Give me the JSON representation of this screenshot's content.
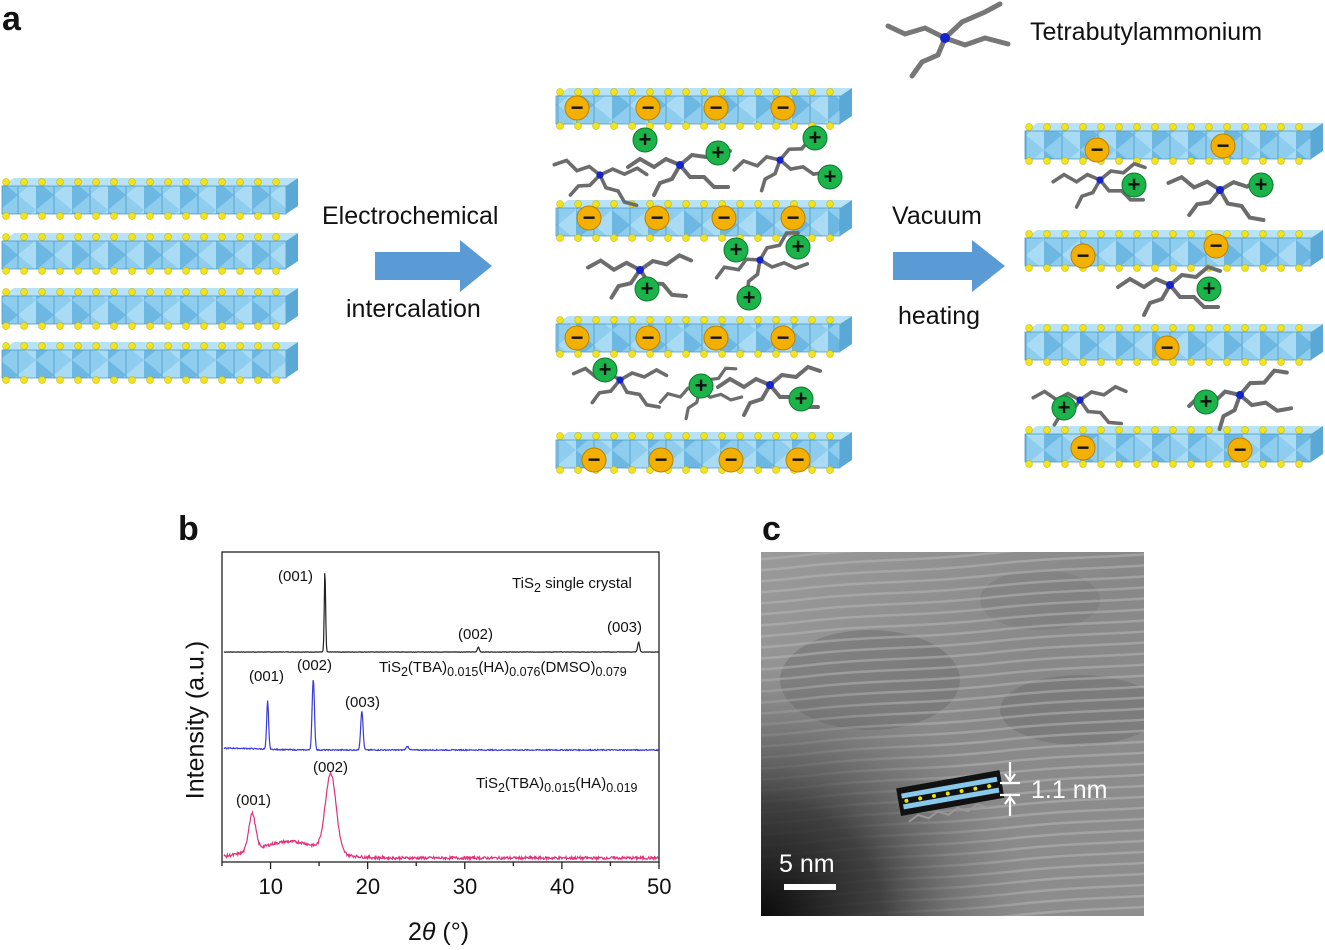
{
  "panels": {
    "a": "a",
    "b": "b",
    "c": "c"
  },
  "panel_a": {
    "molecule_label": "Tetrabutylammonium",
    "arrow1_top": "Electrochemical",
    "arrow1_bottom": "intercalation",
    "arrow2_top": "Vacuum",
    "arrow2_bottom": "heating",
    "minus_sign": "−",
    "plus_sign": "+",
    "colors": {
      "octahedra": "#7ec4ea",
      "sulfur": "#f2e41c",
      "anion": "#f4b000",
      "cation": "#1bb34a",
      "arrow": "#5b9bd5"
    }
  },
  "panel_b": {
    "ylabel": "Intensity (a.u.)",
    "xlabel_theta": "θ",
    "xlabel_pre": "2",
    "xlabel_post": " (°)",
    "x_ticks": [
      "10",
      "20",
      "30",
      "40",
      "50"
    ],
    "traces": [
      {
        "label_html": "TiS<sub>2</sub> single crystal",
        "peaks": [
          "(001)",
          "(002)",
          "(003)"
        ]
      },
      {
        "label_html": "TiS<sub>2</sub>(TBA)<sub>0.015</sub>(HA)<sub>0.076</sub>(DMSO)<sub>0.079</sub>",
        "peaks": [
          "(001)",
          "(002)",
          "(003)"
        ]
      },
      {
        "label_html": "TiS<sub>2</sub>(TBA)<sub>0.015</sub>(HA)<sub>0.019</sub>",
        "peaks": [
          "(001)",
          "(002)"
        ]
      }
    ]
  },
  "panel_c": {
    "scale_bar": "5 nm",
    "spacing": "1.1 nm"
  },
  "chart_data": {
    "type": "line",
    "title": "",
    "xlabel": "2θ (°)",
    "ylabel": "Intensity (a.u.)",
    "xlim": [
      5,
      50
    ],
    "x_ticks": [
      10,
      20,
      30,
      40,
      50
    ],
    "series": [
      {
        "name": "TiS2 single crystal",
        "color": "#222222",
        "peaks": [
          {
            "x": 15.6,
            "label": "(001)",
            "height": 1.0
          },
          {
            "x": 31.4,
            "label": "(002)",
            "height": 0.06
          },
          {
            "x": 47.9,
            "label": "(003)",
            "height": 0.12
          }
        ]
      },
      {
        "name": "TiS2(TBA)0.015(HA)0.076(DMSO)0.079",
        "color": "#3a3ad6",
        "peaks": [
          {
            "x": 9.7,
            "label": "(001)",
            "height": 0.55
          },
          {
            "x": 14.4,
            "label": "(002)",
            "height": 0.8
          },
          {
            "x": 19.4,
            "label": "(003)",
            "height": 0.45
          },
          {
            "x": 24.1,
            "label": "",
            "height": 0.04
          }
        ]
      },
      {
        "name": "TiS2(TBA)0.015(HA)0.019",
        "color": "#e0307a",
        "peaks": [
          {
            "x": 8.1,
            "label": "(001)",
            "height": 0.45
          },
          {
            "x": 16.2,
            "label": "(002)",
            "height": 0.95
          }
        ]
      }
    ]
  }
}
